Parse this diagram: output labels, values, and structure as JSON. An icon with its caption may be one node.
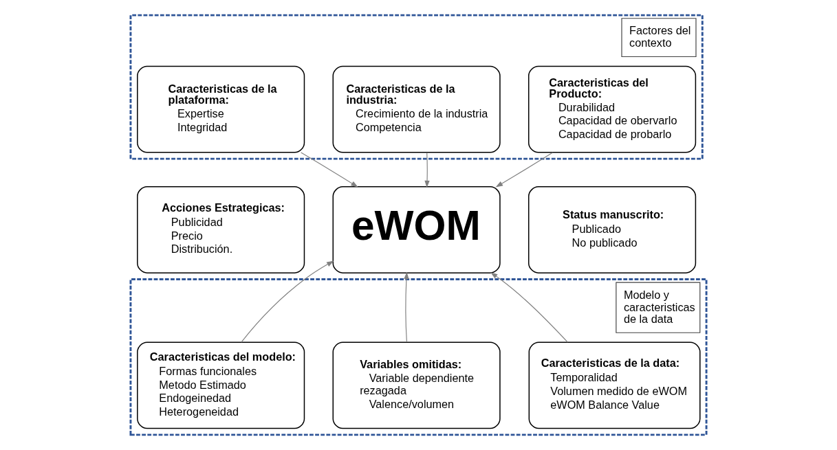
{
  "diagram": {
    "nodes": [
      {
        "text": [
          "Factores del contexto"
        ]
      },
      {
        "text": [
          "Caracteristicas del Producto:",
          "Durabilidad",
          "Capacidad de obervarlo",
          "Capacidad de probarlo"
        ],
        "in": 0
      },
      {
        "text": [
          "Caracteristicas de la industria:",
          "Crecimiento de la industria",
          "Competencia"
        ],
        "in": 0
      },
      {
        "text": [
          "Caracteristicas de la plataforma:",
          "Expertise",
          "Integridad"
        ],
        "in": 0
      },
      {
        "text": [
          "Acciones Estrategicas:",
          "Publicidad",
          "Precio",
          "Distribución."
        ]
      },
      {
        "text": [
          "eWOM"
        ]
      },
      {
        "text": [
          "Status manuscrito:",
          "Publicado",
          "No publicado"
        ]
      },
      {
        "text": [
          "Modelo y caracteristicas de la data"
        ]
      },
      {
        "text": [
          "Caracteristicas de la data:",
          "Temporalidad",
          "Volumen medido de eWOM",
          "eWOM Balance Value"
        ],
        "in": 7
      },
      {
        "text": [
          "Variables omitidas:",
          "Variable dependiente rezagada",
          "Valence/volumen"
        ],
        "in": 7
      },
      {
        "text": [
          "Caracteristicas del modelo:",
          "Formas funcionales",
          "Metodo Estimado",
          "Endogeinedad",
          "Heterogeneidad"
        ],
        "in": 7
      }
    ],
    "edges": [
      {
        "from": 1,
        "to": 5,
        "arrow": "to"
      },
      {
        "from": 2,
        "to": 5,
        "arrow": "to"
      },
      {
        "from": 3,
        "to": 5,
        "arrow": "to"
      },
      {
        "from": 8,
        "to": 5,
        "arrow": "to"
      },
      {
        "from": 9,
        "to": 5,
        "arrow": "to"
      },
      {
        "from": 10,
        "to": 5,
        "arrow": "to"
      }
    ]
  }
}
